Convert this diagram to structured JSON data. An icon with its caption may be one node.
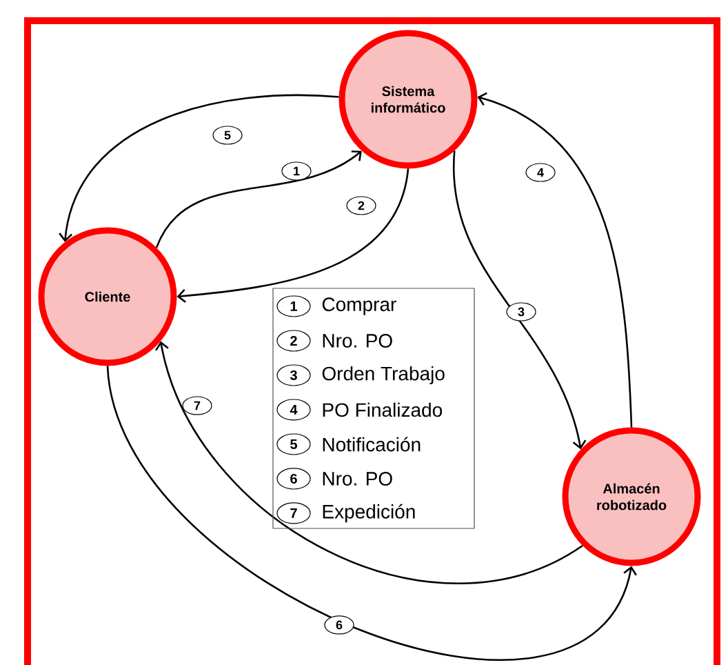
{
  "diagram": {
    "nodes": [
      {
        "text": [
          "Sistema informático"
        ]
      },
      {
        "text": [
          "Cliente"
        ]
      },
      {
        "text": [
          "Almacén robotizado"
        ]
      }
    ],
    "edges": [
      {
        "from": 1,
        "to": 0,
        "arrow": "to",
        "label": "1"
      },
      {
        "from": 0,
        "to": 1,
        "arrow": "to",
        "label": "2"
      },
      {
        "from": 0,
        "to": 2,
        "arrow": "to",
        "label": "3"
      },
      {
        "from": 2,
        "to": 0,
        "arrow": "to",
        "label": "4"
      },
      {
        "from": 0,
        "to": 1,
        "arrow": "to",
        "label": "5"
      },
      {
        "from": 1,
        "to": 2,
        "arrow": "to",
        "label": "6"
      },
      {
        "from": 2,
        "to": 1,
        "arrow": "to",
        "label": "7"
      }
    ],
    "labels": [
      "1",
      "2",
      "3",
      "4",
      "5",
      "6",
      "7"
    ],
    "legend": [
      {
        "text": "Comprar"
      },
      {
        "text": "Nro. PO"
      },
      {
        "text": "Orden Trabajo"
      },
      {
        "text": "PO Finalizado"
      },
      {
        "text": "Notificación"
      },
      {
        "text": "Nro. PO"
      },
      {
        "text": "Expedición"
      }
    ]
  }
}
